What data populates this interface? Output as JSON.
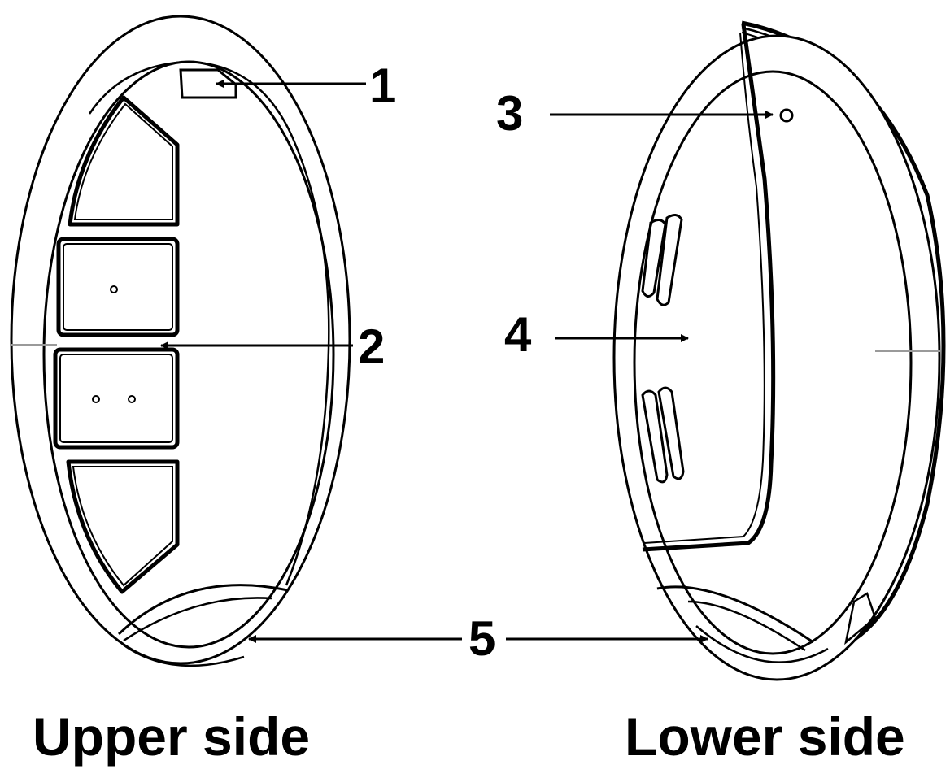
{
  "callouts": {
    "c1": "1",
    "c2": "2",
    "c3": "3",
    "c4": "4",
    "c5": "5"
  },
  "captions": {
    "upper": "Upper side",
    "lower": "Lower side"
  },
  "colors": {
    "line": "#000000",
    "fill": "#ffffff",
    "seam": "#9a9a9a"
  }
}
